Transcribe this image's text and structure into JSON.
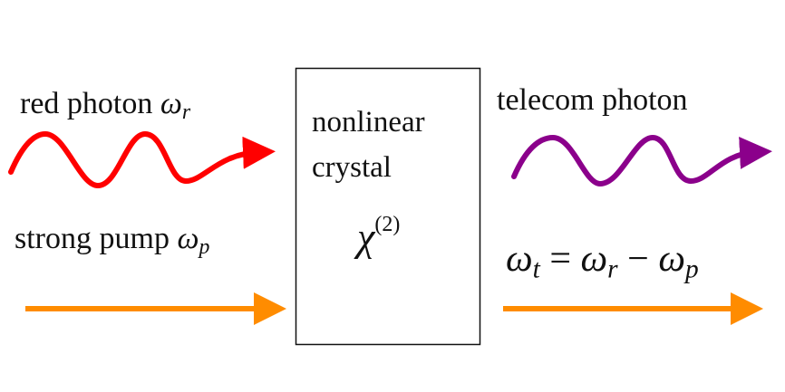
{
  "inputs": {
    "red_photon": {
      "label": "red photon",
      "symbol": "ω",
      "subscript": "r",
      "color": "#ff0000"
    },
    "pump": {
      "label": "strong pump",
      "symbol": "ω",
      "subscript": "p",
      "color": "#ff8c00"
    }
  },
  "crystal": {
    "line1": "nonlinear",
    "line2": "crystal",
    "chi_symbol": "χ",
    "chi_order": "(2)"
  },
  "outputs": {
    "telecom_photon": {
      "label": "telecom photon",
      "color": "#8b008b"
    },
    "equation": {
      "lhs": "ω",
      "lhs_sub": "t",
      "eq": "=",
      "r": "ω",
      "r_sub": "r",
      "minus": "−",
      "p": "ω",
      "p_sub": "p"
    }
  }
}
